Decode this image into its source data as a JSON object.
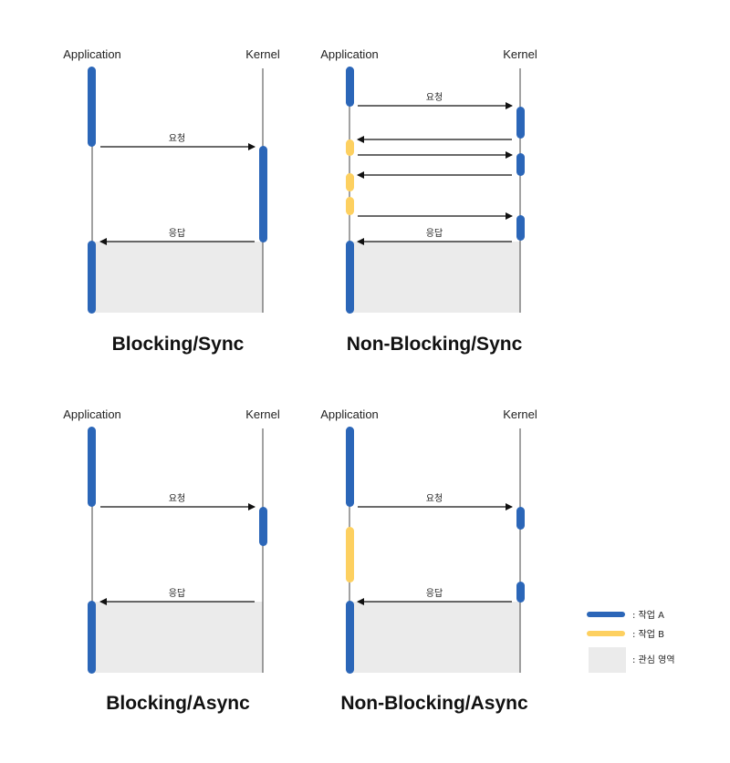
{
  "diagrams": [
    {
      "title": "Blocking/Sync",
      "application_label": "Application",
      "kernel_label": "Kernel",
      "request_label": "요청",
      "response_label": "응답"
    },
    {
      "title": "Non-Blocking/Sync",
      "application_label": "Application",
      "kernel_label": "Kernel",
      "request_label": "요청",
      "response_label": "응답"
    },
    {
      "title": "Blocking/Async",
      "application_label": "Application",
      "kernel_label": "Kernel",
      "request_label": "요청",
      "response_label": "응답"
    },
    {
      "title": "Non-Blocking/Async",
      "application_label": "Application",
      "kernel_label": "Kernel",
      "request_label": "요청",
      "response_label": "응답"
    }
  ],
  "legend": {
    "task_a": ":  작업 A",
    "task_b": ":  작업 B",
    "area_of_interest": ":  관심 영역"
  },
  "colors": {
    "task_a": "#2b66b8",
    "task_b": "#fdd060",
    "area_of_interest": "#ebebeb",
    "line": "#444444"
  }
}
